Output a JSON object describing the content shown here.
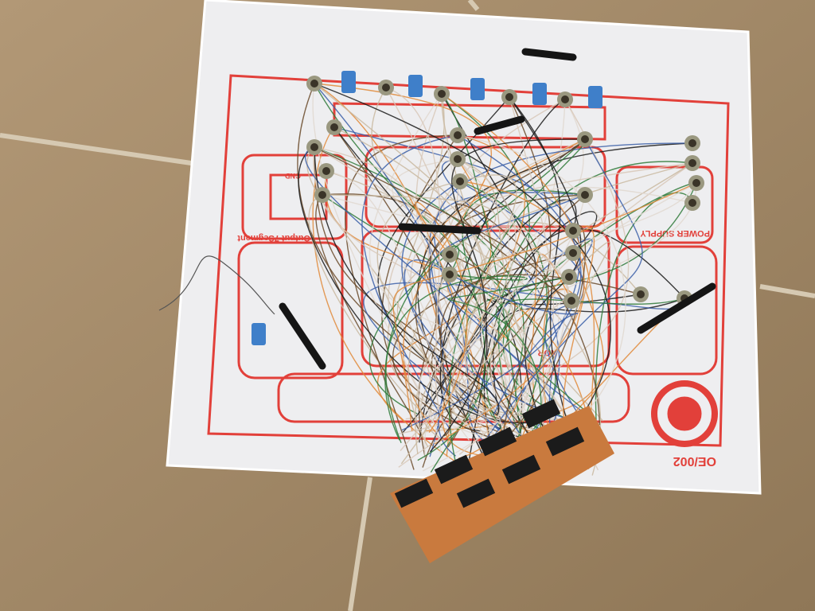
{
  "scene": {
    "board_labels": {
      "gnd": "GND",
      "output_7segment": "Output 7Segment",
      "power_supply": "POWER SUPPLY",
      "nor": "NOR",
      "model_code": "OE/002"
    },
    "colors": {
      "floor": "#a88e6c",
      "board": "#eeeef0",
      "print": "#e2403a",
      "perfboard": "#c97a3e",
      "switch": "#3f7fc9"
    }
  }
}
